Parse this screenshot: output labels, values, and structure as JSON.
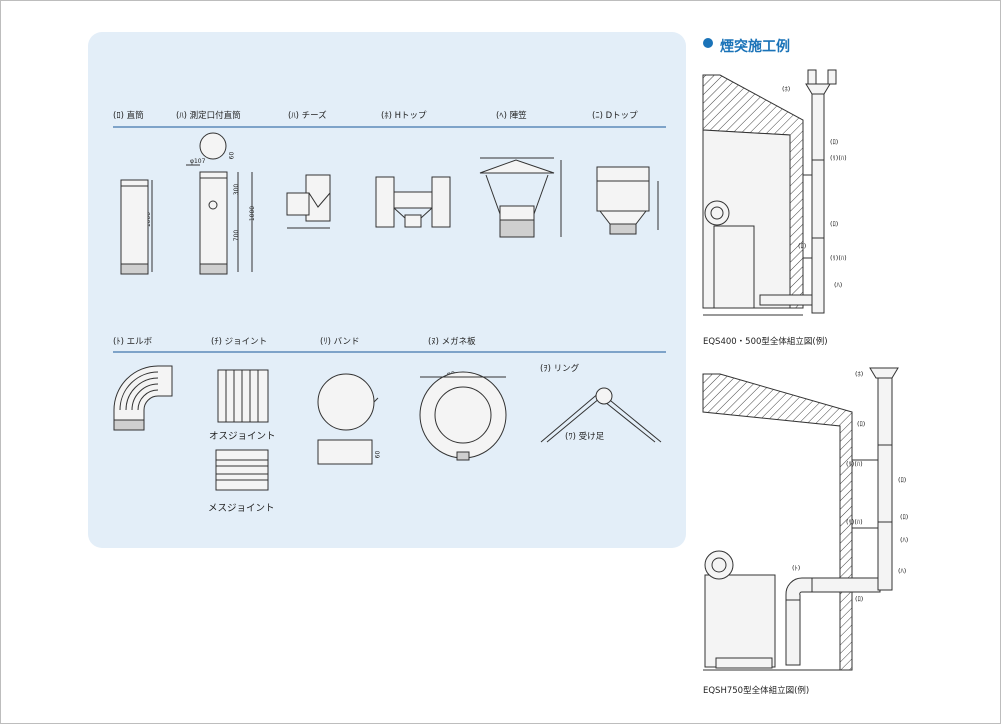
{
  "section_title": "煙突施工例",
  "parts_row1": [
    {
      "label": "(ﾛ) 直筒"
    },
    {
      "label": "(ﾊ) 測定口付直筒"
    },
    {
      "label": "(ﾊ) チーズ"
    },
    {
      "label": "(ﾎ) Hトップ"
    },
    {
      "label": "(ﾍ) 陣笠"
    },
    {
      "label": "(ﾆ) Dトップ"
    }
  ],
  "parts_row2": [
    {
      "label": "(ﾄ) エルボ"
    },
    {
      "label": "(ﾁ) ジョイント"
    },
    {
      "label": "(ﾘ) バンド"
    },
    {
      "label": "(ﾇ) メガネ板"
    }
  ],
  "joint_labels": {
    "male": "オスジョイント",
    "female": "メスジョイント"
  },
  "ring": {
    "label": "(ｦ) リング",
    "seat": "(ﾜ) 受け足"
  },
  "dims": {
    "d1000": "1000",
    "d700": "700",
    "d300": "300",
    "d60": "60",
    "phi107": "φ107",
    "d1000b": "1000",
    "phiB": "φB",
    "d60b": "60"
  },
  "diagram1": {
    "caption": "EQS400・500型全体組立図(例)",
    "callouts": [
      "(ﾎ)",
      "(ﾛ)",
      "(ﾘ)(ﾊ)",
      "(ﾛ)",
      "(ﾛ)",
      "(ﾘ)(ﾊ)",
      "(ﾊ)"
    ]
  },
  "diagram2": {
    "caption": "EQSH750型全体組立図(例)",
    "callouts": [
      "(ﾎ)",
      "(ﾛ)",
      "(ﾘ)(ﾊ)",
      "(ﾛ)",
      "(ﾘ)(ﾊ)",
      "(ﾛ)",
      "(ﾊ)",
      "(ﾄ)",
      "(ﾊ)",
      "(ﾛ)"
    ]
  }
}
